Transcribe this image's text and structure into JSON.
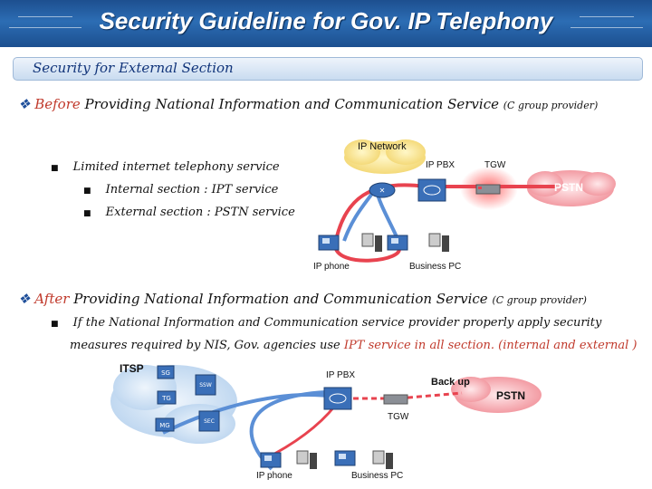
{
  "header": {
    "title": "Security Guideline for Gov. IP Telephony"
  },
  "section": {
    "label": "Security for External Section"
  },
  "before": {
    "marker": "❖",
    "prefix": "Before",
    "main": "Providing National Information and Communication Service",
    "note": "(C group provider)",
    "bullets": [
      {
        "text": "Limited internet telephony service"
      },
      {
        "text": "Internal section : IPT service"
      },
      {
        "text": "External section : PSTN service"
      }
    ],
    "diagram": {
      "ip_network": "IP Network",
      "ip_pbx": "IP PBX",
      "tgw": "TGW",
      "pstn": "PSTN",
      "ip_phone": "IP phone",
      "business_pc": "Business PC"
    }
  },
  "after": {
    "marker": "❖",
    "prefix": "After",
    "main": "Providing National Information and Communication Service",
    "note": "(C group provider)",
    "bullet_line1": "If the National Information and Communication service provider properly apply security",
    "bullet_line2_a": "measures required by NIS, Gov. agencies use",
    "bullet_line2_b": "IPT service in all section. (internal and external )",
    "diagram": {
      "itsp": "ITSP",
      "ip_pbx": "IP PBX",
      "backup": "Back up",
      "pstn": "PSTN",
      "tgw": "TGW",
      "ip_phone": "IP phone",
      "business_pc": "Business PC",
      "cloud_nodes": [
        "SG",
        "SSW",
        "TG",
        "MG",
        "SEC"
      ]
    }
  },
  "colors": {
    "header_bg": "#2c6db4",
    "accent_red": "#c0392b",
    "link_red": "#e8434f",
    "link_blue": "#5b8fd6"
  }
}
